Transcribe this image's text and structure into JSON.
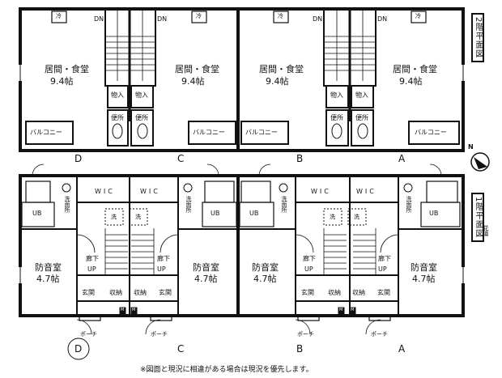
{
  "floor2": {
    "title": "2階平面図",
    "living_label": "居間・食堂",
    "living_size": "9.4帖",
    "storage": "物入",
    "toilet": "便所",
    "balcony": "バルコニー",
    "down": "DN",
    "units": [
      "D",
      "C",
      "B",
      "A"
    ]
  },
  "floor1": {
    "title": "1階平面図",
    "room_label": "防音室",
    "room_size": "4.7帖",
    "wic": "WIC",
    "washroom": "洗面所",
    "ub": "UB",
    "corridor": "廊下",
    "up": "UP",
    "entrance": "玄関",
    "storage": "収納",
    "porch": "ポーチ",
    "wash": "洗",
    "flowerbed": "花壇",
    "units": [
      "D",
      "C",
      "B",
      "A"
    ]
  },
  "compass": "N",
  "fridge": "冷",
  "meter": "M",
  "note": "※図面と現況に相違がある場合は現況を優先します。"
}
